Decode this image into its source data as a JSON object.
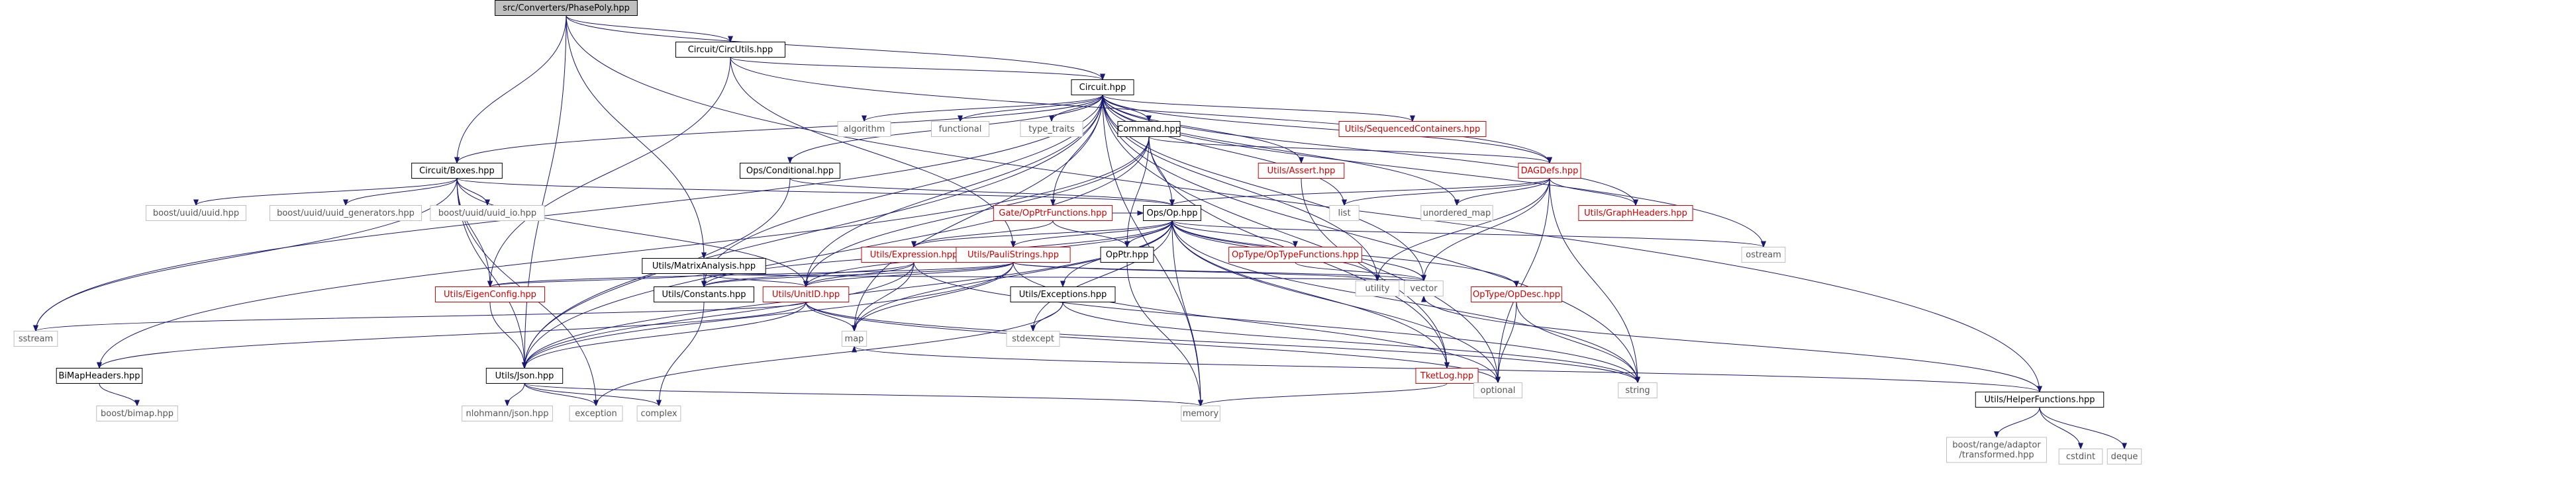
{
  "diagram": {
    "colors": {
      "edge": "#191970",
      "text": "#000000",
      "link_text": "#cc0000",
      "root_fill": "#bfbfbf",
      "node_border": "#000000",
      "missing_border": "#bfbfbf",
      "link_border": "#cc0000"
    },
    "nodes": [
      {
        "id": "root",
        "label": "src/Converters/PhasePoly.hpp",
        "kind": "root"
      },
      {
        "id": "circutils",
        "label": "Circuit/CircUtils.hpp",
        "kind": "normal"
      },
      {
        "id": "helper",
        "label": "Utils/HelperFunctions.hpp",
        "kind": "normal"
      },
      {
        "id": "circuit",
        "label": "Circuit.hpp",
        "kind": "normal"
      },
      {
        "id": "algorithm",
        "label": "algorithm",
        "kind": "system"
      },
      {
        "id": "functional",
        "label": "functional",
        "kind": "system"
      },
      {
        "id": "type_traits",
        "label": "type_traits",
        "kind": "system"
      },
      {
        "id": "command",
        "label": "Command.hpp",
        "kind": "normal"
      },
      {
        "id": "seqcont",
        "label": "Utils/SequencedContainers.hpp",
        "kind": "link"
      },
      {
        "id": "boxes",
        "label": "Circuit/Boxes.hpp",
        "kind": "normal"
      },
      {
        "id": "conditional",
        "label": "Ops/Conditional.hpp",
        "kind": "normal"
      },
      {
        "id": "assert",
        "label": "Utils/Assert.hpp",
        "kind": "link"
      },
      {
        "id": "dagdefs",
        "label": "DAGDefs.hpp",
        "kind": "link"
      },
      {
        "id": "boost_uuid",
        "label": "boost/uuid/uuid.hpp",
        "kind": "system"
      },
      {
        "id": "boost_uuid_gen",
        "label": "boost/uuid/uuid_generators.hpp",
        "kind": "system"
      },
      {
        "id": "boost_uuid_io",
        "label": "boost/uuid/uuid_io.hpp",
        "kind": "system"
      },
      {
        "id": "gateopptr",
        "label": "Gate/OpPtrFunctions.hpp",
        "kind": "link"
      },
      {
        "id": "opshpp",
        "label": "Ops/Op.hpp",
        "kind": "normal"
      },
      {
        "id": "list",
        "label": "list",
        "kind": "system"
      },
      {
        "id": "unordered_map",
        "label": "unordered_map",
        "kind": "system"
      },
      {
        "id": "graphheaders",
        "label": "Utils/GraphHeaders.hpp",
        "kind": "link"
      },
      {
        "id": "ostream",
        "label": "ostream",
        "kind": "system"
      },
      {
        "id": "matrixanalysis",
        "label": "Utils/MatrixAnalysis.hpp",
        "kind": "normal"
      },
      {
        "id": "expression",
        "label": "Utils/Expression.hpp",
        "kind": "link"
      },
      {
        "id": "paulistrings",
        "label": "Utils/PauliStrings.hpp",
        "kind": "link"
      },
      {
        "id": "opptr",
        "label": "OpPtr.hpp",
        "kind": "normal"
      },
      {
        "id": "optypefunc",
        "label": "OpType/OpTypeFunctions.hpp",
        "kind": "link"
      },
      {
        "id": "vector",
        "label": "vector",
        "kind": "system"
      },
      {
        "id": "utility",
        "label": "utility",
        "kind": "system"
      },
      {
        "id": "optypedesc",
        "label": "OpType/OpDesc.hpp",
        "kind": "link"
      },
      {
        "id": "boost_range",
        "label": "boost/range/adaptor\n/transformed.hpp",
        "kind": "system"
      },
      {
        "id": "cstdint",
        "label": "cstdint",
        "kind": "system"
      },
      {
        "id": "deque",
        "label": "deque",
        "kind": "system"
      },
      {
        "id": "eigenconfig",
        "label": "Utils/EigenConfig.hpp",
        "kind": "link"
      },
      {
        "id": "constants",
        "label": "Utils/Constants.hpp",
        "kind": "normal"
      },
      {
        "id": "unitid",
        "label": "Utils/UnitID.hpp",
        "kind": "link"
      },
      {
        "id": "exceptions",
        "label": "Utils/Exceptions.hpp",
        "kind": "normal"
      },
      {
        "id": "sstream",
        "label": "sstream",
        "kind": "system"
      },
      {
        "id": "bimapheaders",
        "label": "BiMapHeaders.hpp",
        "kind": "normal"
      },
      {
        "id": "json",
        "label": "Utils/Json.hpp",
        "kind": "normal"
      },
      {
        "id": "map",
        "label": "map",
        "kind": "system"
      },
      {
        "id": "stdexcept",
        "label": "stdexcept",
        "kind": "system"
      },
      {
        "id": "tketlog",
        "label": "TketLog.hpp",
        "kind": "link"
      },
      {
        "id": "optional",
        "label": "optional",
        "kind": "system"
      },
      {
        "id": "string",
        "label": "string",
        "kind": "system"
      },
      {
        "id": "boost_bimap",
        "label": "boost/bimap.hpp",
        "kind": "system"
      },
      {
        "id": "nlohmann",
        "label": "nlohmann/json.hpp",
        "kind": "system"
      },
      {
        "id": "exception",
        "label": "exception",
        "kind": "system"
      },
      {
        "id": "complex",
        "label": "complex",
        "kind": "system"
      },
      {
        "id": "memory",
        "label": "memory",
        "kind": "system"
      }
    ],
    "edges": [
      [
        "root",
        "circutils"
      ],
      [
        "root",
        "helper"
      ],
      [
        "root",
        "circuit"
      ],
      [
        "root",
        "boxes"
      ],
      [
        "root",
        "matrixanalysis"
      ],
      [
        "root",
        "json"
      ],
      [
        "circutils",
        "circuit"
      ],
      [
        "circutils",
        "dagdefs"
      ],
      [
        "circutils",
        "eigenconfig"
      ],
      [
        "circutils",
        "paulistrings"
      ],
      [
        "circuit",
        "algorithm"
      ],
      [
        "circuit",
        "functional"
      ],
      [
        "circuit",
        "type_traits"
      ],
      [
        "circuit",
        "command"
      ],
      [
        "circuit",
        "seqcont"
      ],
      [
        "circuit",
        "boxes"
      ],
      [
        "circuit",
        "conditional"
      ],
      [
        "circuit",
        "assert"
      ],
      [
        "circuit",
        "dagdefs"
      ],
      [
        "circuit",
        "gateopptr"
      ],
      [
        "circuit",
        "list"
      ],
      [
        "circuit",
        "unordered_map"
      ],
      [
        "circuit",
        "graphheaders"
      ],
      [
        "circuit",
        "ostream"
      ],
      [
        "circuit",
        "vector"
      ],
      [
        "circuit",
        "utility"
      ],
      [
        "circuit",
        "optional"
      ],
      [
        "circuit",
        "string"
      ],
      [
        "circuit",
        "memory"
      ],
      [
        "circuit",
        "sstream"
      ],
      [
        "circuit",
        "unitid"
      ],
      [
        "circuit",
        "constants"
      ],
      [
        "circuit",
        "json"
      ],
      [
        "circuit",
        "map"
      ],
      [
        "command",
        "dagdefs"
      ],
      [
        "command",
        "opshpp"
      ],
      [
        "command",
        "unitid"
      ],
      [
        "command",
        "json"
      ],
      [
        "command",
        "opptr"
      ],
      [
        "command",
        "tketlog"
      ],
      [
        "command",
        "bimapheaders"
      ],
      [
        "boxes",
        "boost_uuid"
      ],
      [
        "boxes",
        "boost_uuid_gen"
      ],
      [
        "boxes",
        "boost_uuid_io"
      ],
      [
        "boxes",
        "opshpp"
      ],
      [
        "boxes",
        "eigenconfig"
      ],
      [
        "boxes",
        "unitid"
      ],
      [
        "boxes",
        "json"
      ],
      [
        "boxes",
        "sstream"
      ],
      [
        "boxes",
        "exception"
      ],
      [
        "conditional",
        "opshpp"
      ],
      [
        "conditional",
        "json"
      ],
      [
        "assert",
        "tketlog"
      ],
      [
        "dagdefs",
        "opshpp"
      ],
      [
        "dagdefs",
        "list"
      ],
      [
        "dagdefs",
        "unordered_map"
      ],
      [
        "dagdefs",
        "graphheaders"
      ],
      [
        "dagdefs",
        "vector"
      ],
      [
        "dagdefs",
        "utility"
      ],
      [
        "dagdefs",
        "string"
      ],
      [
        "dagdefs",
        "optional"
      ],
      [
        "gateopptr",
        "opshpp"
      ],
      [
        "gateopptr",
        "opptr"
      ],
      [
        "gateopptr",
        "expression"
      ],
      [
        "opshpp",
        "expression"
      ],
      [
        "opshpp",
        "paulistrings"
      ],
      [
        "opshpp",
        "opptr"
      ],
      [
        "opshpp",
        "optypefunc"
      ],
      [
        "opshpp",
        "optypedesc"
      ],
      [
        "opshpp",
        "vector"
      ],
      [
        "opshpp",
        "utility"
      ],
      [
        "opshpp",
        "ostream"
      ],
      [
        "opshpp",
        "constants"
      ],
      [
        "opshpp",
        "unitid"
      ],
      [
        "opshpp",
        "exceptions"
      ],
      [
        "opshpp",
        "json"
      ],
      [
        "opshpp",
        "map"
      ],
      [
        "opshpp",
        "stdexcept"
      ],
      [
        "opshpp",
        "tketlog"
      ],
      [
        "opshpp",
        "optional"
      ],
      [
        "opshpp",
        "string"
      ],
      [
        "opshpp",
        "memory"
      ],
      [
        "matrixanalysis",
        "eigenconfig"
      ],
      [
        "matrixanalysis",
        "constants"
      ],
      [
        "matrixanalysis",
        "unitid"
      ],
      [
        "matrixanalysis",
        "vector"
      ],
      [
        "expression",
        "constants"
      ],
      [
        "expression",
        "json"
      ],
      [
        "expression",
        "map"
      ],
      [
        "expression",
        "string"
      ],
      [
        "expression",
        "unitid"
      ],
      [
        "paulistrings",
        "constants"
      ],
      [
        "paulistrings",
        "unitid"
      ],
      [
        "paulistrings",
        "json"
      ],
      [
        "paulistrings",
        "map"
      ],
      [
        "paulistrings",
        "vector"
      ],
      [
        "paulistrings",
        "utility"
      ],
      [
        "paulistrings",
        "eigenconfig"
      ],
      [
        "paulistrings",
        "optional"
      ],
      [
        "opptr",
        "memory"
      ],
      [
        "optypefunc",
        "vector"
      ],
      [
        "optypedesc",
        "optional"
      ],
      [
        "optypedesc",
        "string"
      ],
      [
        "helper",
        "boost_range"
      ],
      [
        "helper",
        "cstdint"
      ],
      [
        "helper",
        "deque"
      ],
      [
        "helper",
        "vector"
      ],
      [
        "helper",
        "map"
      ],
      [
        "eigenconfig",
        "json"
      ],
      [
        "constants",
        "complex"
      ],
      [
        "unitid",
        "json"
      ],
      [
        "unitid",
        "bimapheaders"
      ],
      [
        "unitid",
        "sstream"
      ],
      [
        "unitid",
        "map"
      ],
      [
        "unitid",
        "string"
      ],
      [
        "unitid",
        "optional"
      ],
      [
        "exceptions",
        "exception"
      ],
      [
        "exceptions",
        "stdexcept"
      ],
      [
        "exceptions",
        "string"
      ],
      [
        "bimapheaders",
        "boost_bimap"
      ],
      [
        "json",
        "nlohmann"
      ],
      [
        "json",
        "exception"
      ],
      [
        "json",
        "complex"
      ],
      [
        "json",
        "memory"
      ],
      [
        "tketlog",
        "memory"
      ]
    ]
  }
}
